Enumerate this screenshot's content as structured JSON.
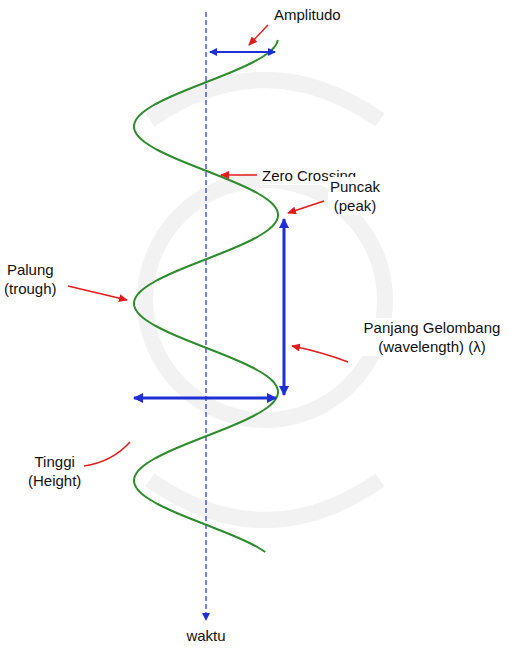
{
  "diagram": {
    "labels": [
      "Amplitudo",
      "Zero Crossing",
      "Puncak (peak)",
      "Palung (trough)",
      "Panjang Gelombang (wavelength) (λ)",
      "Tinggi (Height)",
      "waktu"
    ]
  }
}
